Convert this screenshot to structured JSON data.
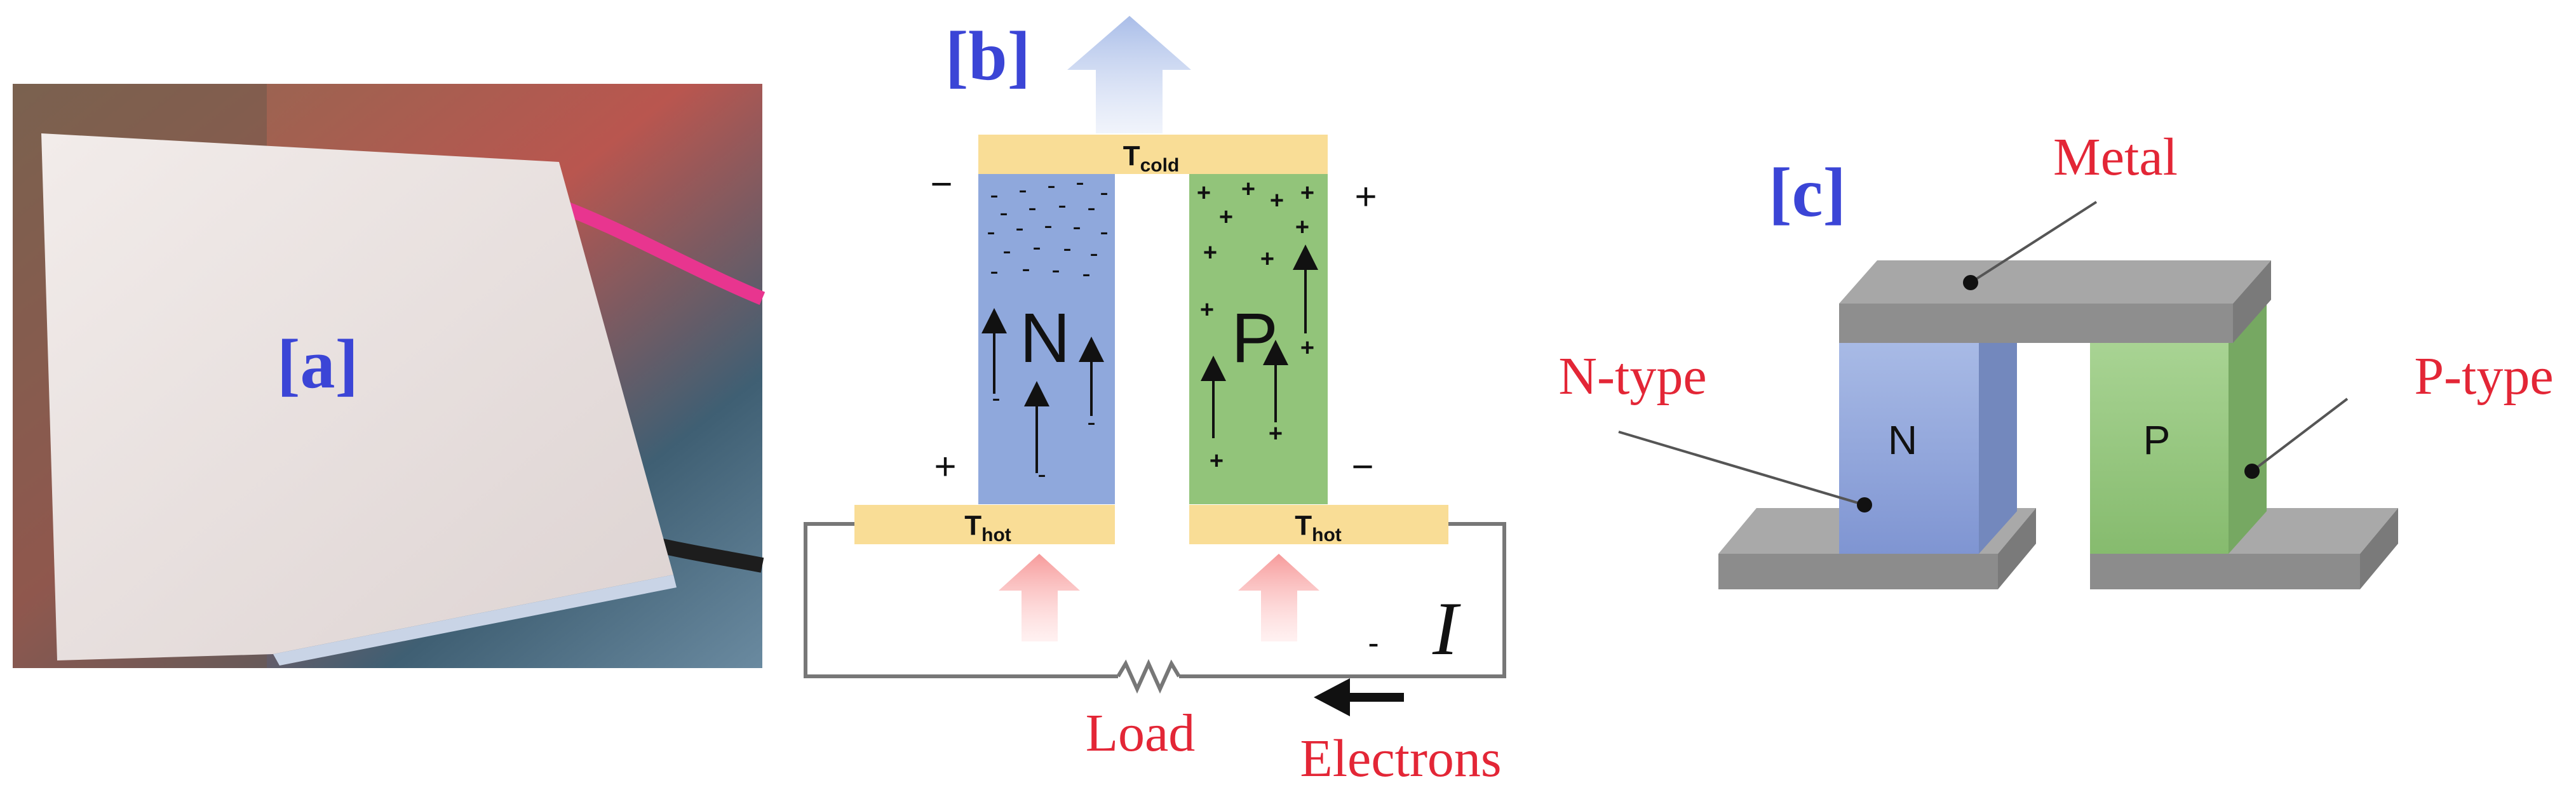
{
  "panel_a": {
    "label": "[a]"
  },
  "panel_b": {
    "label": "[b]",
    "t_cold_main": "T",
    "t_cold_sub": "cold",
    "t_hot_main": "T",
    "t_hot_sub": "hot",
    "n_label": "N",
    "p_label": "P",
    "plus": "+",
    "minus": "−",
    "dash": "-",
    "current_label": "I",
    "load_label": "Load",
    "electrons_label": "Electrons"
  },
  "panel_c": {
    "label": "[c]",
    "metal_label": "Metal",
    "n_type_label": "N-type",
    "p_type_label": "P-type",
    "n_block": "N",
    "p_block": "P"
  },
  "colors": {
    "panel_label": "#3b45d6",
    "annotation_red": "#e32636",
    "n_blue": "#8fa8dc",
    "p_green": "#92c47a",
    "electrode_yellow": "#f9dd96",
    "metal_gray": "#9a9a9a"
  }
}
